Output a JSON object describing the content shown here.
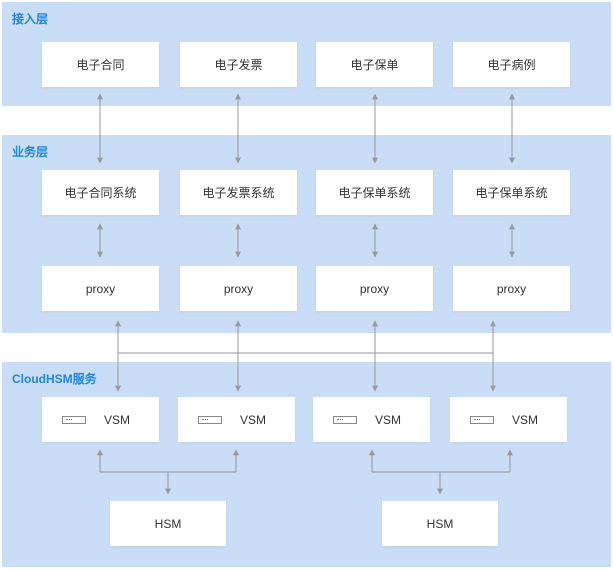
{
  "layers": {
    "access": {
      "title": "接入层"
    },
    "business": {
      "title": "业务层"
    },
    "cloudhsm": {
      "title": "CloudHSM服务"
    }
  },
  "access_boxes": [
    "电子合同",
    "电子发票",
    "电子保单",
    "电子病例"
  ],
  "system_boxes": [
    "电子合同系统",
    "电子发票系统",
    "电子保单系统",
    "电子保单系统"
  ],
  "proxy_boxes": [
    "proxy",
    "proxy",
    "proxy",
    "proxy"
  ],
  "vsm_boxes": [
    "VSM",
    "VSM",
    "VSM",
    "VSM"
  ],
  "hsm_boxes": [
    "HSM",
    "HSM"
  ],
  "icons": {
    "vsm": "server-icon"
  },
  "colors": {
    "layer_background": "#c9ddf7",
    "layer_title": "#1e86e0",
    "box_background": "#ffffff",
    "connector": "#999999"
  }
}
